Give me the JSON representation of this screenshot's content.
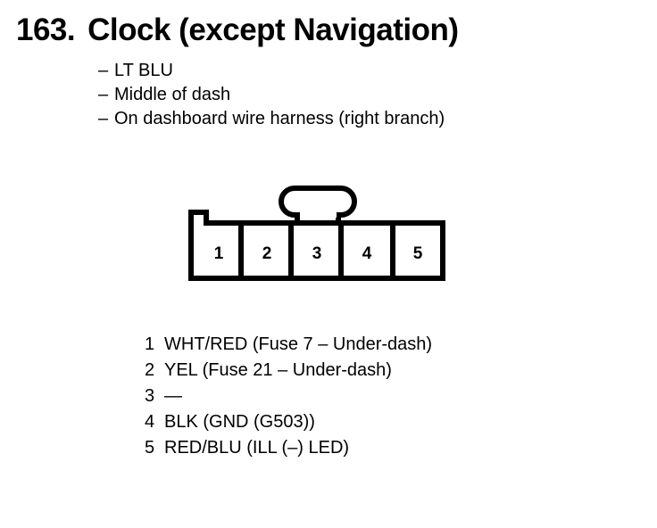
{
  "page": {
    "background_color": "#ffffff",
    "ink_color": "#000000"
  },
  "title": {
    "number": "163.",
    "text": "Clock (except Navigation)"
  },
  "description": {
    "bullet_glyph": "–",
    "lines": [
      "LT BLU",
      "Middle of dash",
      "On dashboard wire harness (right branch)"
    ]
  },
  "connector": {
    "type": "5-pin wire harness connector",
    "pin_count": 5,
    "has_locking_tab": true,
    "locking_tab_position": "top-center",
    "keyway_notch_position": "top-left",
    "pin_labels": [
      "1",
      "2",
      "3",
      "4",
      "5"
    ]
  },
  "pin_list": [
    {
      "pin": "1",
      "description": "WHT/RED (Fuse 7 – Under-dash)"
    },
    {
      "pin": "2",
      "description": "YEL (Fuse 21 – Under-dash)"
    },
    {
      "pin": "3",
      "description": "—"
    },
    {
      "pin": "4",
      "description": "BLK (GND (G503))"
    },
    {
      "pin": "5",
      "description": "RED/BLU (ILL (–) LED)"
    }
  ]
}
